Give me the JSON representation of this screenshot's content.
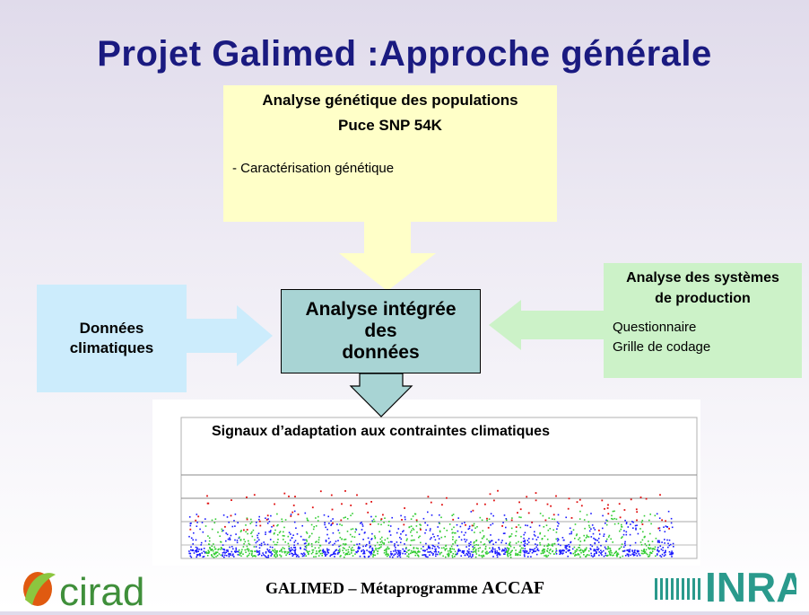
{
  "title": "Projet Galimed :Approche générale",
  "genetics_box": {
    "heading": "Analyse génétique des populations",
    "subheading": "Puce SNP 54K",
    "bullet": "- Caractérisation génétique"
  },
  "climate_box": {
    "label_line1": "Données",
    "label_line2": "climatiques"
  },
  "integrated_box": {
    "label": "Analyse intégrée\ndes\ndonnées"
  },
  "production_box": {
    "heading": "Analyse des systèmes\nde production",
    "items": "Questionnaire\nGrille de codage"
  },
  "plot": {
    "caption": "Signaux d’adaptation aux contraintes climatiques"
  },
  "footer": {
    "project": "GALIMED",
    "dash": " – ",
    "program": "Métaprogramme ",
    "acronym": "ACCAF"
  },
  "logos": {
    "left": "cirad",
    "right": "INRA"
  },
  "colors": {
    "title": "#1a1a80",
    "genetics": "#ffffc8",
    "climate": "#ccecfc",
    "integrated": "#a8d4d4",
    "production": "#ccf2c8",
    "snp_blue": "#1a1aff",
    "snp_green": "#33cc33",
    "snp_red": "#e01010"
  }
}
